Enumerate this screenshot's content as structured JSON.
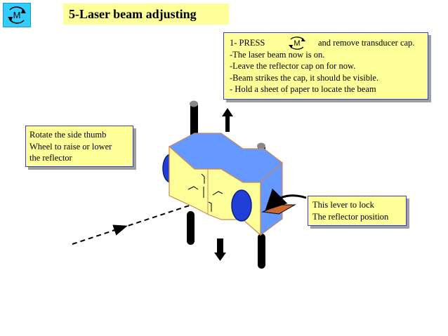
{
  "badge": {
    "letter": "M",
    "icon": "mode-m-cycle-icon",
    "color": "#33ccff"
  },
  "title": "5-Laser beam adjusting",
  "instructions": {
    "step1_press": "1- PRESS",
    "step1_icon_letter": "M",
    "step1_rest": "and remove transducer cap.",
    "lines": [
      "-The laser beam now is on.",
      "-Leave the reflector cap on for now.",
      "-Beam strikes the cap, it should be visible.",
      "- Hold a sheet of paper to locate the beam"
    ]
  },
  "left_note": {
    "lines": [
      "Rotate the side thumb",
      "Wheel to raise or lower",
      "the reflector"
    ]
  },
  "right_note": {
    "lines": [
      "This lever to lock",
      "The reflector position"
    ]
  },
  "colors": {
    "note_fill": "#ffff99",
    "note_border": "#3b3bd4",
    "body_yellow": "#ffff99",
    "body_blue": "#6699ff",
    "wheel_blue": "#1f3fd6",
    "lever_orange": "#cc6633"
  }
}
